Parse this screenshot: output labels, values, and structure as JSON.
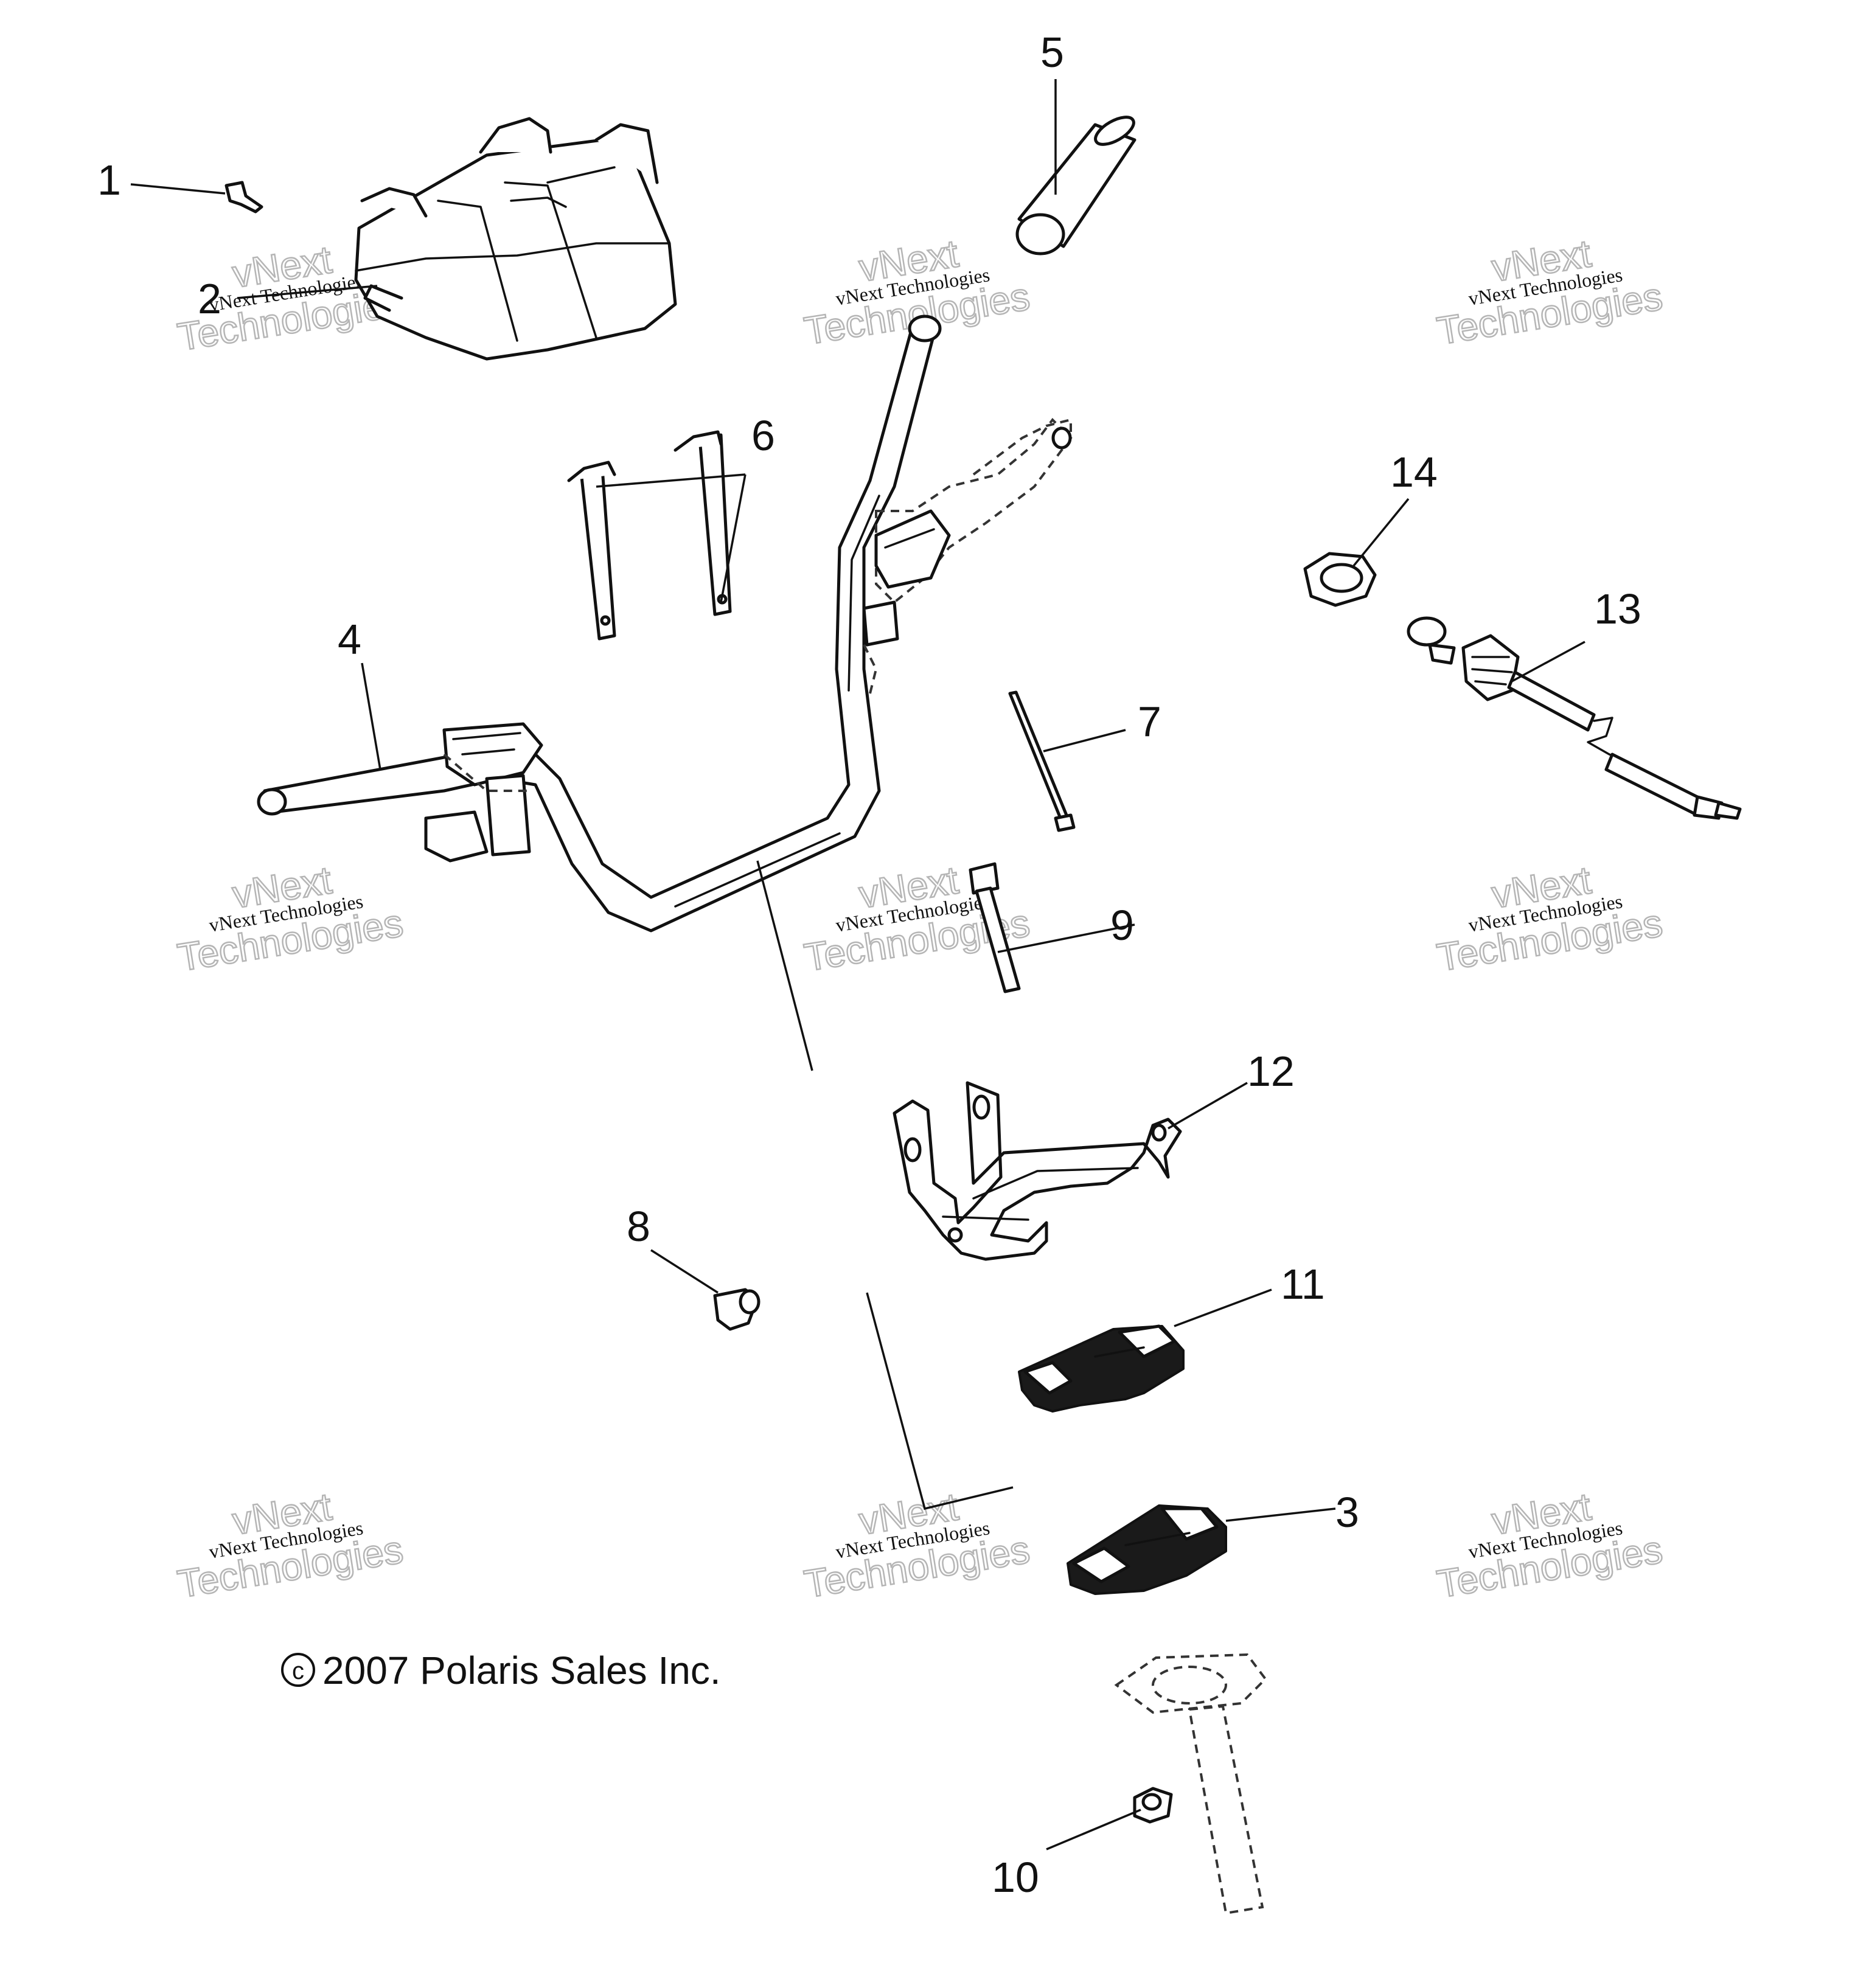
{
  "callouts": [
    "1",
    "2",
    "3",
    "4",
    "5",
    "6",
    "7",
    "8",
    "9",
    "10",
    "11",
    "12",
    "13",
    "14"
  ],
  "watermark": {
    "line1": "vNext",
    "line2": "vNext Technologies",
    "line3": "Technologies"
  },
  "copyright": {
    "symbol": "c",
    "text": "2007  Polaris Sales Inc."
  },
  "colors": {
    "line": "#111111",
    "background": "#ffffff",
    "watermark_outline": "#b5b5b5"
  }
}
